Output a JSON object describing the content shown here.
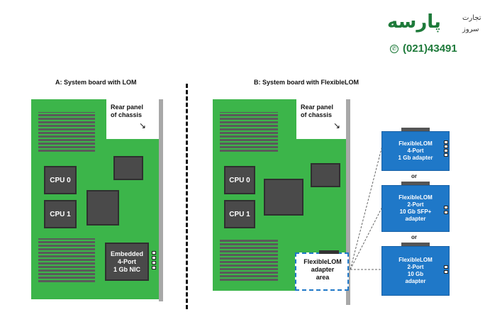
{
  "logo": {
    "brand_large": "پارسه",
    "brand_line1": "تجارت",
    "brand_line2": "سروز",
    "phone": "(021)43491"
  },
  "left": {
    "title": "A: System board with LOM",
    "rear_panel_line1": "Rear panel",
    "rear_panel_line2": "of chassis",
    "cpu0": "CPU 0",
    "cpu1": "CPU 1",
    "nic_line1": "Embedded",
    "nic_line2": "4-Port",
    "nic_line3": "1 Gb NIC"
  },
  "right": {
    "title": "B: System board with FlexibleLOM",
    "rear_panel_line1": "Rear panel",
    "rear_panel_line2": "of chassis",
    "cpu0": "CPU 0",
    "cpu1": "CPU 1",
    "adapter_line1": "FlexibleLOM",
    "adapter_line2": "adapter",
    "adapter_line3": "area"
  },
  "cards": [
    {
      "line1": "FlexibleLOM",
      "line2": "4-Port",
      "line3": "1 Gb adapter",
      "line4": ""
    },
    {
      "line1": "FlexibleLOM",
      "line2": "2-Port",
      "line3": "10 Gb SFP+",
      "line4": "adapter"
    },
    {
      "line1": "FlexibleLOM",
      "line2": "2-Port",
      "line3": "10 Gb",
      "line4": "adapter"
    }
  ],
  "or_label": "or",
  "colors": {
    "board": "#3cb54a",
    "card": "#1f78c8",
    "chip": "#4a4a4a",
    "brand": "#1e7a3a"
  }
}
